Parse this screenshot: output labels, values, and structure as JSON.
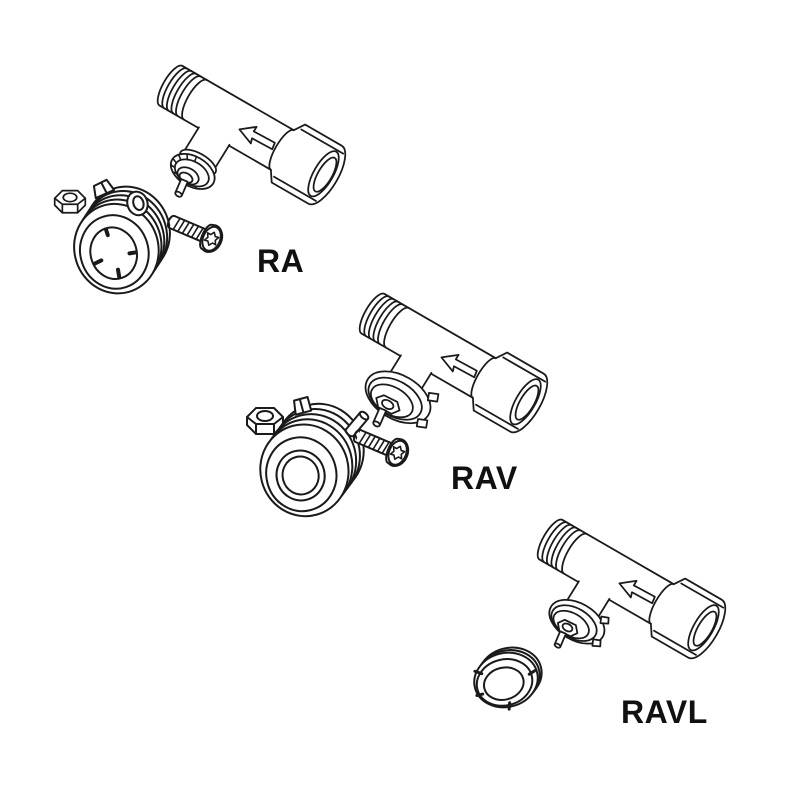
{
  "diagram": {
    "background_color": "#ffffff",
    "line_color": "#1a1a1a",
    "label_color": "#111111",
    "assemblies": [
      {
        "label": "RA",
        "parts": [
          "thermostatic-valve-body",
          "flow-direction-arrow",
          "hex-nut",
          "adapter-ring",
          "fixing-screw"
        ]
      },
      {
        "label": "RAV",
        "parts": [
          "thermostatic-valve-body",
          "flow-direction-arrow",
          "hex-nut",
          "adapter-collar",
          "extension-pin",
          "fixing-screw"
        ]
      },
      {
        "label": "RAVL",
        "parts": [
          "thermostatic-valve-body",
          "flow-direction-arrow",
          "snap-ring-adapter"
        ]
      }
    ]
  }
}
